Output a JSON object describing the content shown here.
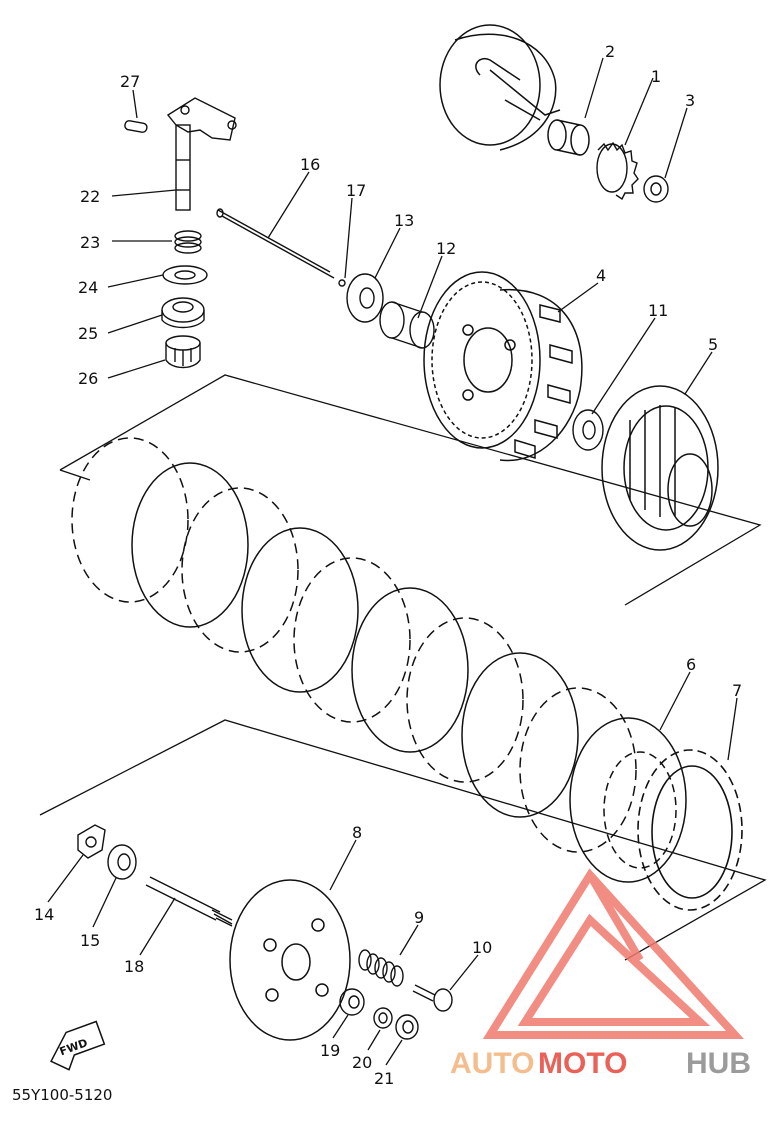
{
  "diagram": {
    "part_numbers": [
      "1",
      "2",
      "3",
      "4",
      "5",
      "6",
      "7",
      "8",
      "9",
      "10",
      "11",
      "12",
      "13",
      "14",
      "15",
      "16",
      "17",
      "18",
      "19",
      "20",
      "21",
      "22",
      "23",
      "24",
      "25",
      "26",
      "27"
    ],
    "fwd_label": "FWD",
    "reference_code": "55Y100-5120"
  },
  "watermark": {
    "auto": "AUTO",
    "moto": "MOTO",
    "hub": "HUB",
    "colors": {
      "auto": "#f3b27a",
      "moto": "#e8463c",
      "hub": "#8a8a8a",
      "triangle": "#f07a6e"
    }
  },
  "colors": {
    "line": "#111111",
    "background": "#ffffff"
  }
}
